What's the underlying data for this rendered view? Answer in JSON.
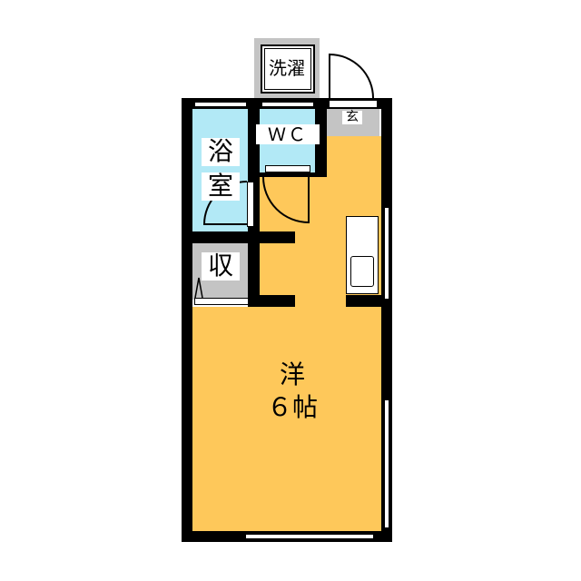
{
  "rooms": {
    "laundry": "洗濯",
    "wc": "ＷＣ",
    "bath_1": "浴",
    "bath_2": "室",
    "storage": "収",
    "entrance": "玄",
    "western_1": "洋",
    "western_2": "６帖"
  },
  "colors": {
    "room": "#FEC85A",
    "wet": "#B2E9F6",
    "entrance": "#C4C4C4",
    "wall": "#000000"
  }
}
